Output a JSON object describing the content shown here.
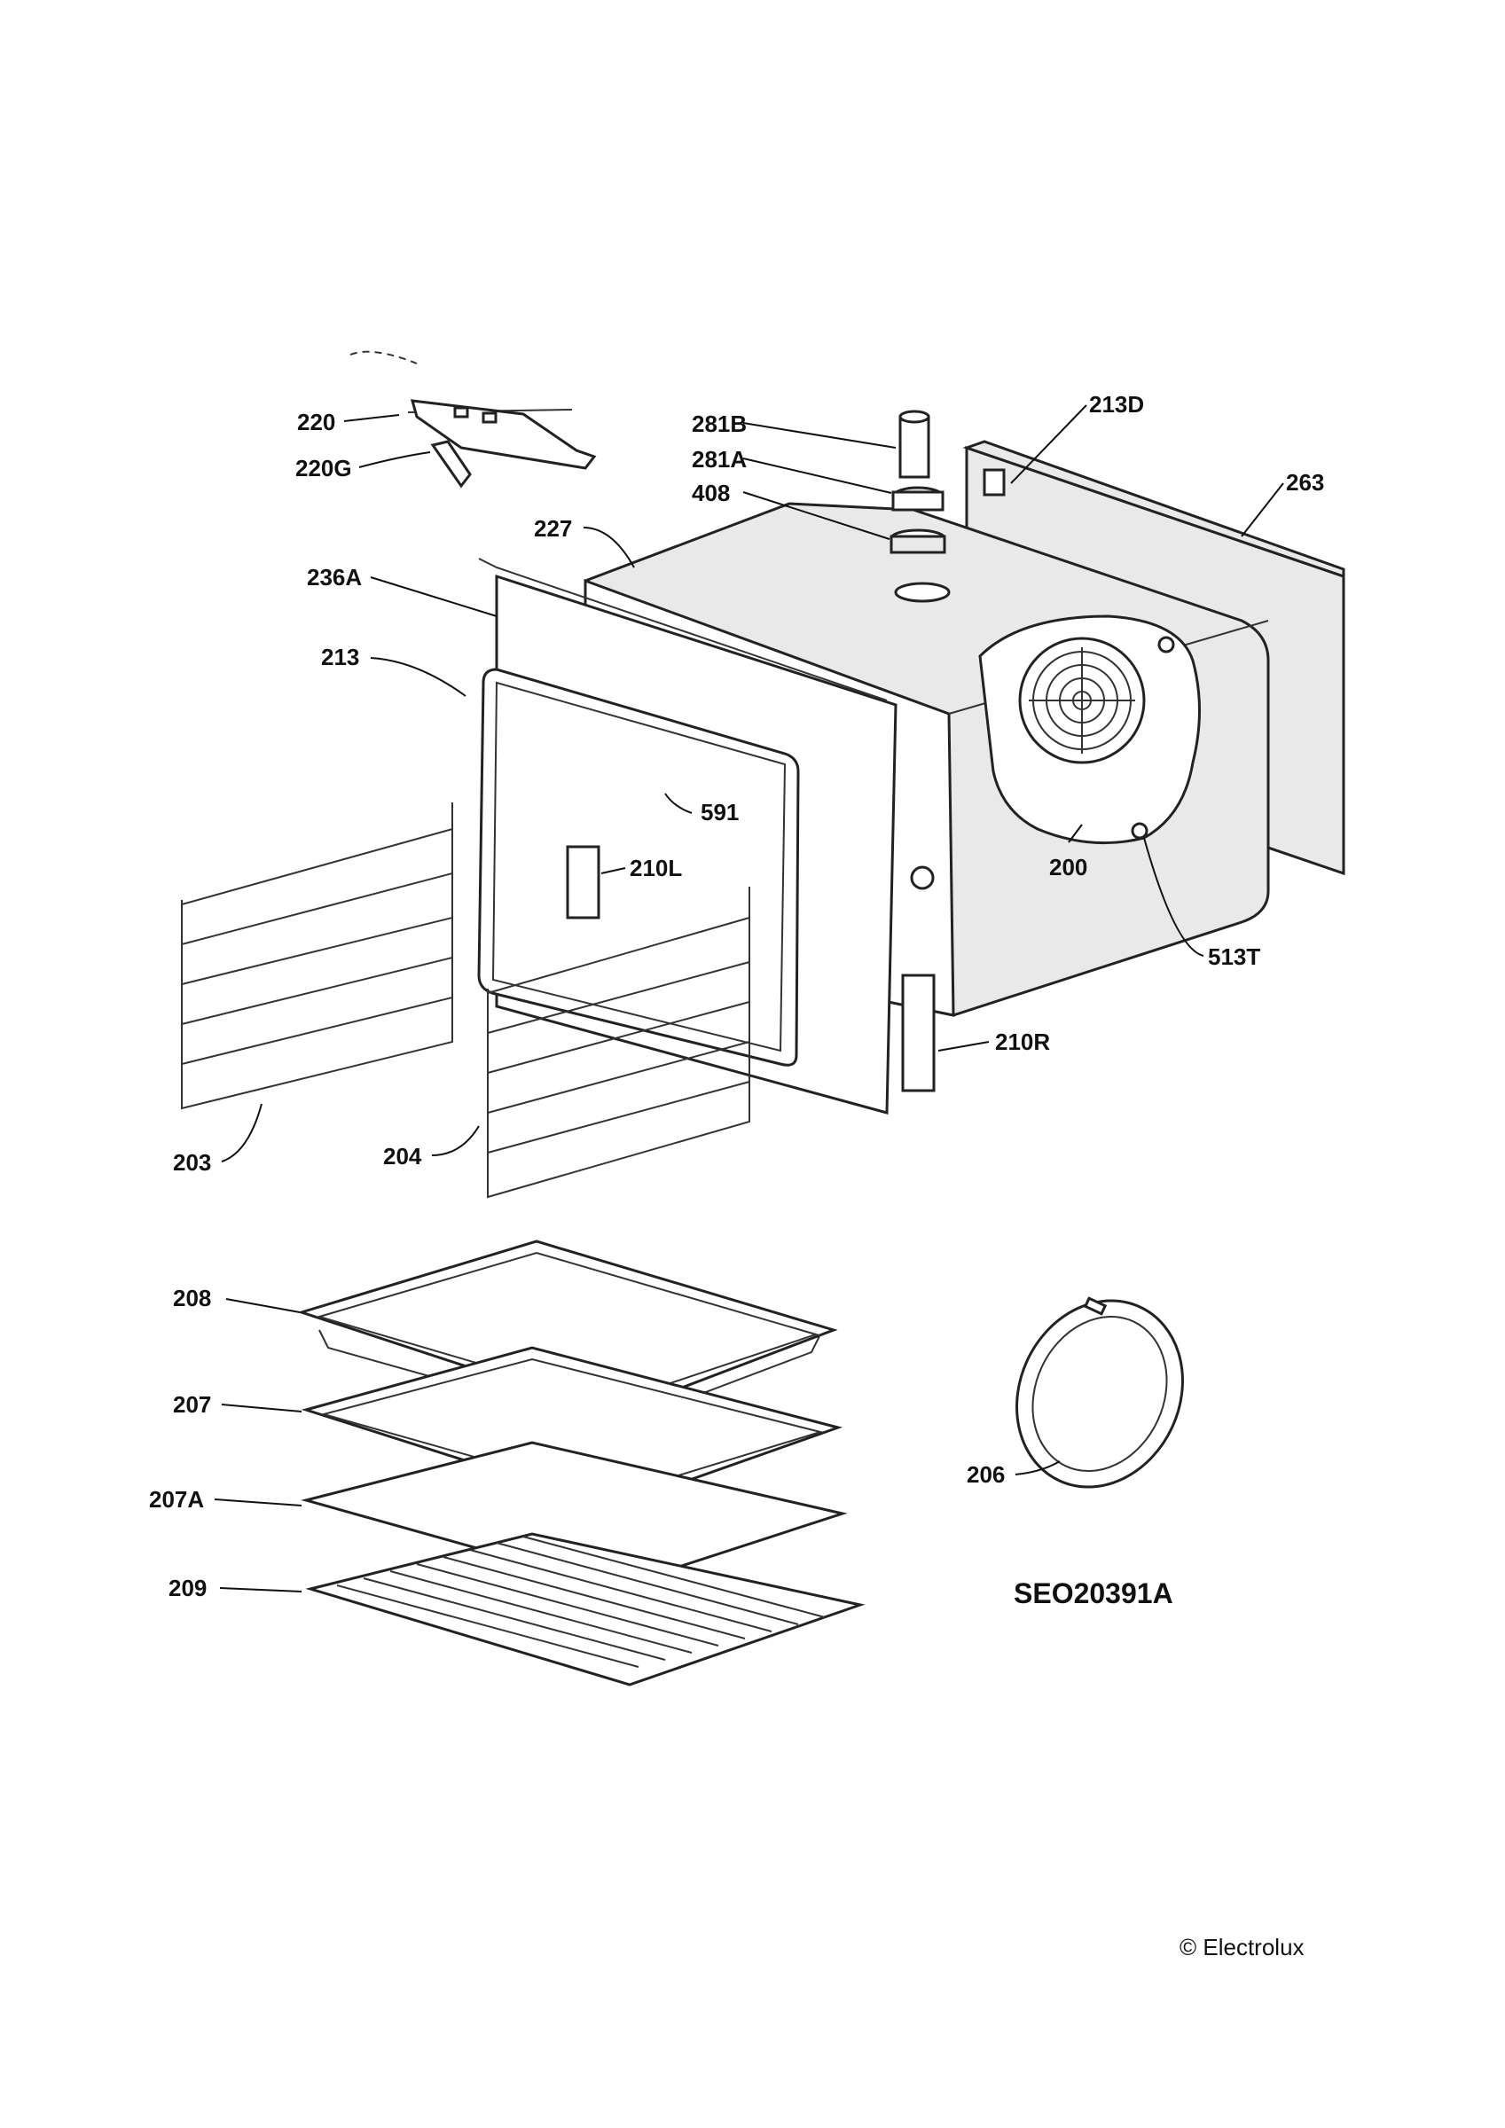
{
  "diagram": {
    "drawing_code": "SEO20391A",
    "copyright": "© Electrolux",
    "callouts": {
      "c220": "220",
      "c220G": "220G",
      "c281B": "281B",
      "c281A": "281A",
      "c408": "408",
      "c213D": "213D",
      "c263": "263",
      "c227": "227",
      "c236A": "236A",
      "c213": "213",
      "c591": "591",
      "c210L": "210L",
      "c200": "200",
      "c513T": "513T",
      "c210R": "210R",
      "c203": "203",
      "c204": "204",
      "c208": "208",
      "c207": "207",
      "c207A": "207A",
      "c209": "209",
      "c206": "206"
    }
  }
}
